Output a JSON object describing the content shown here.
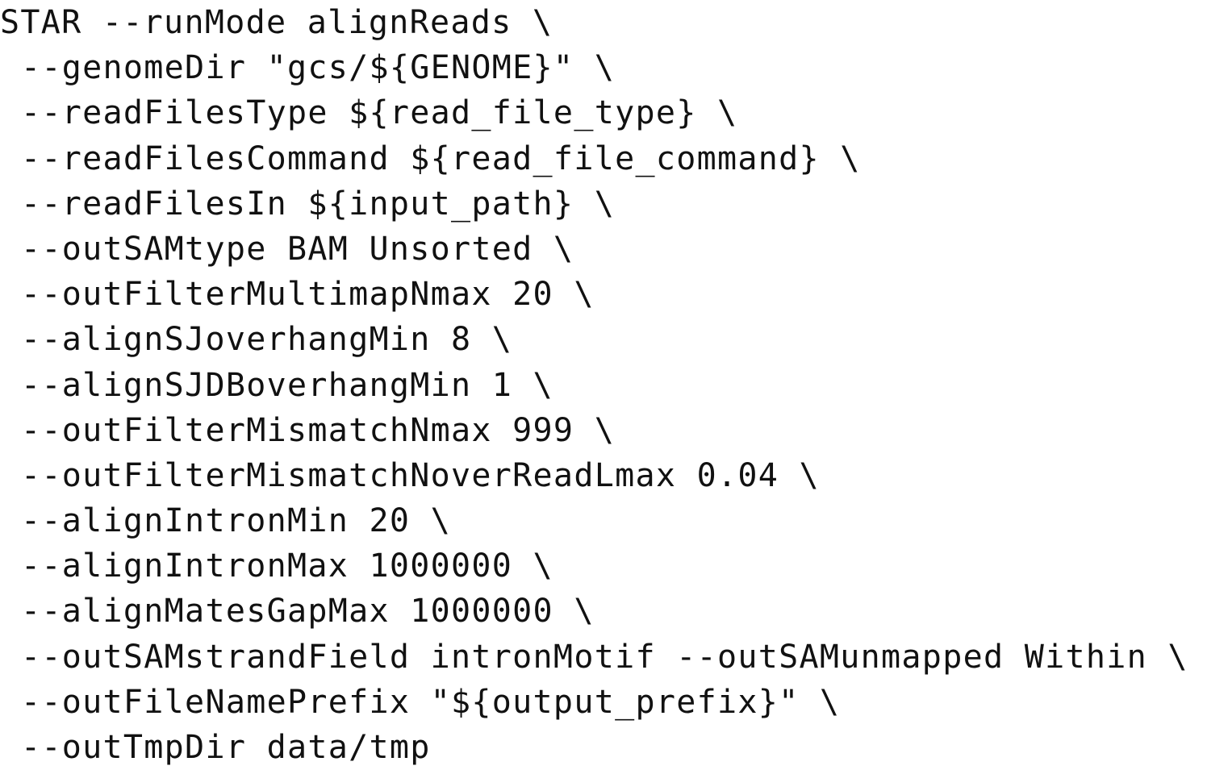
{
  "code": {
    "lines": [
      "STAR --runMode alignReads \\",
      "--genomeDir \"gcs/${GENOME}\" \\",
      "--readFilesType ${read_file_type} \\",
      "--readFilesCommand ${read_file_command} \\",
      "--readFilesIn ${input_path} \\",
      "--outSAMtype BAM Unsorted \\",
      "--outFilterMultimapNmax 20 \\",
      "--alignSJoverhangMin 8 \\",
      "--alignSJDBoverhangMin 1 \\",
      "--outFilterMismatchNmax 999 \\",
      "--outFilterMismatchNoverReadLmax 0.04 \\",
      "--alignIntronMin 20 \\",
      "--alignIntronMax 1000000 \\",
      "--alignMatesGapMax 1000000 \\",
      "--outSAMstrandField intronMotif --outSAMunmapped Within \\",
      "--outFileNamePrefix \"${output_prefix}\" \\",
      "--outTmpDir data/tmp"
    ]
  }
}
